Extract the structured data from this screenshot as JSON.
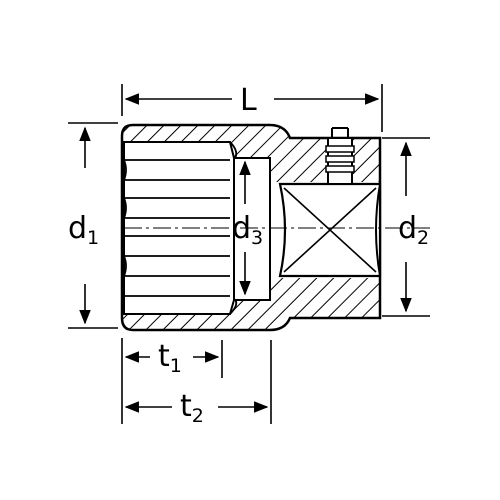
{
  "drawing": {
    "subject": "12-point socket cross-section",
    "dimensions": {
      "L": {
        "symbol": "L",
        "subscript": ""
      },
      "d1": {
        "symbol": "d",
        "subscript": "1"
      },
      "d2": {
        "symbol": "d",
        "subscript": "2"
      },
      "d3": {
        "symbol": "d",
        "subscript": "3"
      },
      "t1": {
        "symbol": "t",
        "subscript": "1"
      },
      "t2": {
        "symbol": "t",
        "subscript": "2"
      }
    },
    "colors": {
      "line": "#000000",
      "background": "#ffffff"
    }
  }
}
